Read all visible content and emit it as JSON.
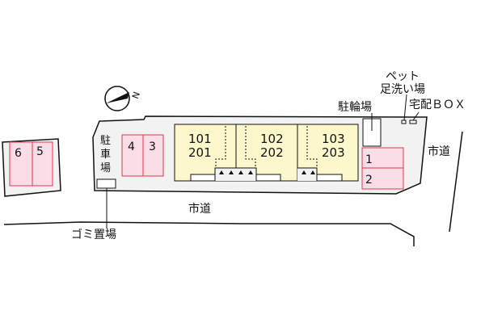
{
  "colors": {
    "unit": "#fdf8cc",
    "parking": "#fbdde8",
    "parking_border": "#e8314a",
    "lot": "#f2f2f2",
    "line": "#111111"
  },
  "compass": {
    "label": "N"
  },
  "units": [
    {
      "lower": "101",
      "upper": "201"
    },
    {
      "lower": "102",
      "upper": "202"
    },
    {
      "lower": "103",
      "upper": "203"
    }
  ],
  "parking_spaces": {
    "p1": "1",
    "p2": "2",
    "p3": "3",
    "p4": "4",
    "p5": "5",
    "p6": "6"
  },
  "labels": {
    "parking": [
      "駐",
      "車",
      "場"
    ],
    "garbage": "ゴミ置場",
    "bicycle": "駐輪場",
    "pet_wash_line1": "ペット",
    "pet_wash_line2": "足洗い場",
    "delivery_box": "宅配ＢＯＸ",
    "road_south": "市道",
    "road_east": "市道"
  }
}
